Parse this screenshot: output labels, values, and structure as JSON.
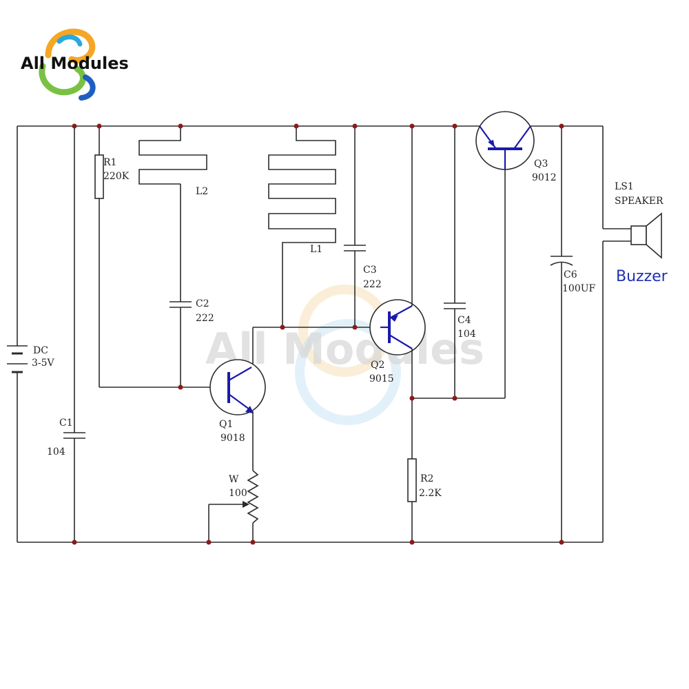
{
  "logo": {
    "text": "All Modules",
    "colors": [
      "#f5a623",
      "#2aa8e0",
      "#7ac143",
      "#1f5fbf"
    ]
  },
  "watermark": {
    "text": "All Modules"
  },
  "components": {
    "r1": {
      "ref": "R1",
      "value": "220K"
    },
    "l2": {
      "ref": "L2"
    },
    "l1": {
      "ref": "L1"
    },
    "c2": {
      "ref": "C2",
      "value": "222"
    },
    "c3": {
      "ref": "C3",
      "value": "222"
    },
    "c1": {
      "ref": "C1",
      "value": "104"
    },
    "c4": {
      "ref": "C4",
      "value": "104"
    },
    "c6": {
      "ref": "C6",
      "value": "100UF"
    },
    "dc": {
      "ref": "DC",
      "value": "3-5V"
    },
    "q1": {
      "ref": "Q1",
      "value": "9018"
    },
    "q2": {
      "ref": "Q2",
      "value": "9015"
    },
    "q3": {
      "ref": "Q3",
      "value": "9012"
    },
    "w": {
      "ref": "W",
      "value": "100"
    },
    "r2": {
      "ref": "R2",
      "value": "2.2K"
    },
    "ls1": {
      "ref": "LS1",
      "value": "SPEAKER"
    }
  },
  "buzzer_label": "Buzzer"
}
